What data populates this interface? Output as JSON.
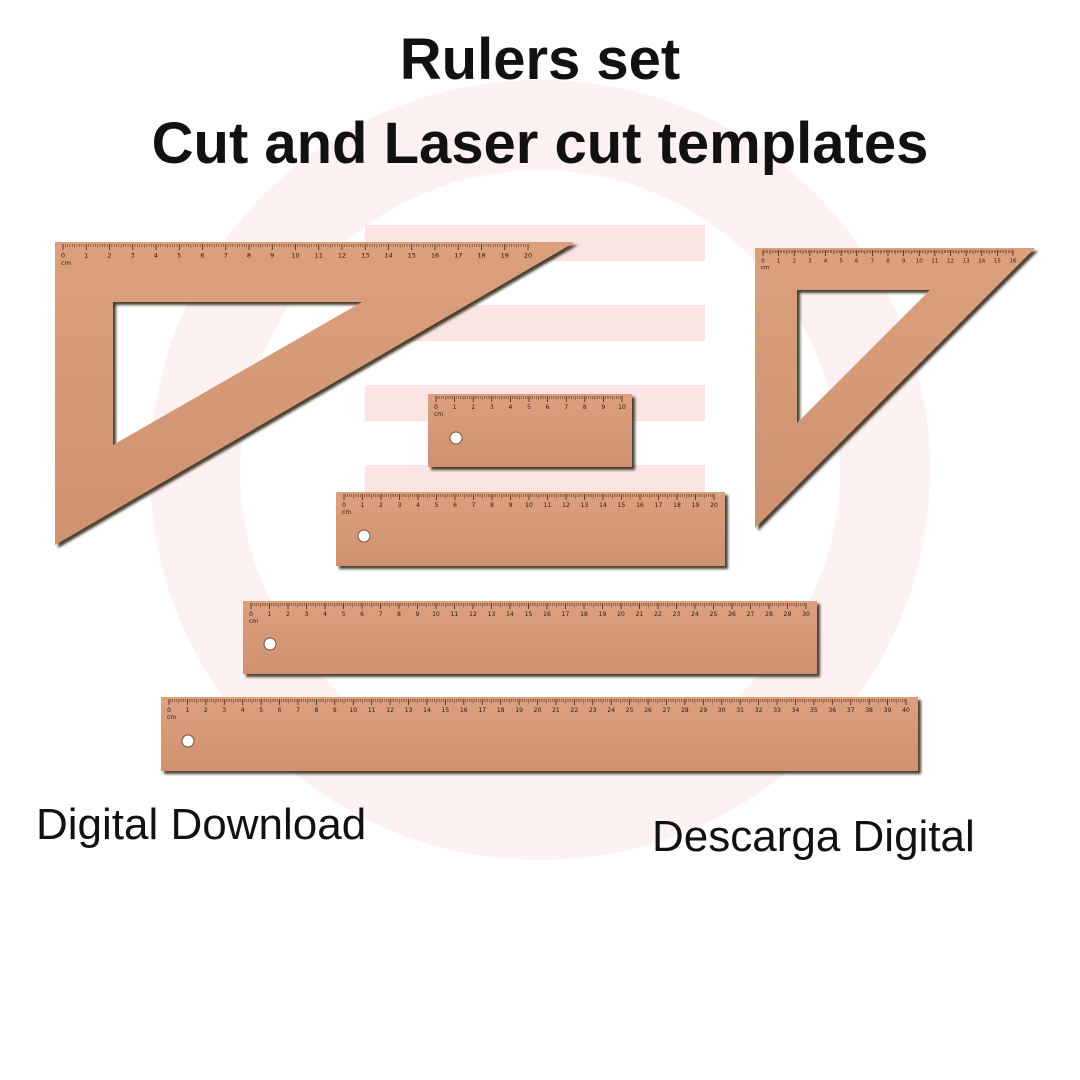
{
  "title": {
    "line1": "Rulers set",
    "line2": "Cut and Laser cut templates"
  },
  "captions": {
    "english": "Digital Download",
    "spanish": "Descarga Digital"
  },
  "unit_label": "cm",
  "colors": {
    "wood": "#d79a76",
    "wood_dark": "#b57a58",
    "edge": "#3a2417",
    "watermark": "#fbe9e9"
  },
  "rulers": [
    {
      "kind": "set-square-large",
      "max_cm": 20
    },
    {
      "kind": "set-square-small",
      "max_cm": 16
    },
    {
      "kind": "straight",
      "max_cm": 10
    },
    {
      "kind": "straight",
      "max_cm": 20
    },
    {
      "kind": "straight",
      "max_cm": 30
    },
    {
      "kind": "straight",
      "max_cm": 40
    }
  ]
}
